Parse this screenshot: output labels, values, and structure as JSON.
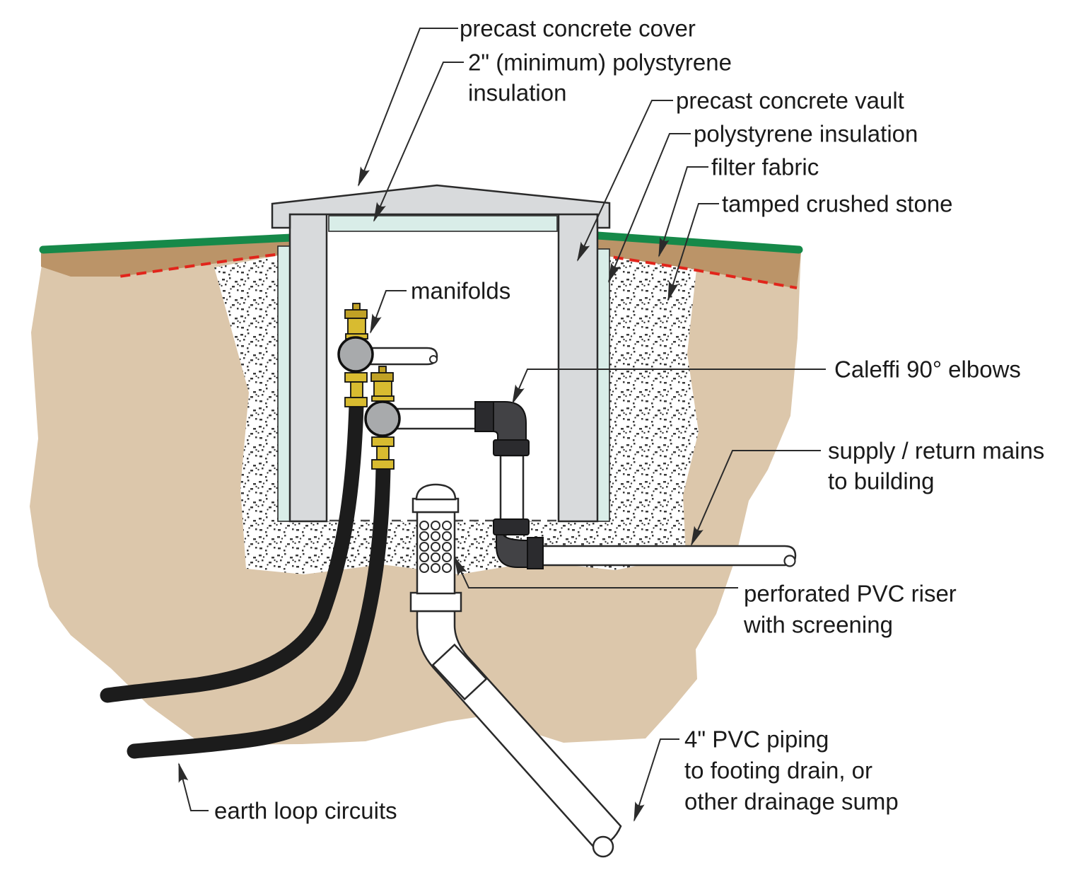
{
  "diagram": {
    "labels": {
      "precast_cover": "precast concrete cover",
      "insulation_top_1": "2\" (minimum) polystyrene",
      "insulation_top_2": "insulation",
      "vault": "precast concrete vault",
      "insulation_side": "polystyrene insulation",
      "filter_fabric": "filter fabric",
      "crushed_stone": "tamped crushed stone",
      "manifolds": "manifolds",
      "elbows": "Caleffi 90° elbows",
      "mains_1": "supply / return mains",
      "mains_2": "to building",
      "riser_1": "perforated PVC riser",
      "riser_2": "with screening",
      "pvc4_1": "4\" PVC piping",
      "pvc4_2": "to footing drain, or",
      "pvc4_3": "other drainage sump",
      "earth_loops": "earth loop circuits"
    },
    "colors": {
      "soil": "#dcc7ab",
      "topsoil": "#bb9468",
      "grass": "#168949",
      "concrete": "#d8dadc",
      "insulation": "#d9ede8",
      "manifold": "#a8aaac",
      "brass": "#d8bb30",
      "brass_dark": "#c0a125",
      "fitting": "#424245",
      "union": "#2b2b2e",
      "hose": "#1c1c1c",
      "filter_fabric_red": "#e1251b",
      "pipe_white": "#ffffff",
      "line": "#2b2b2b"
    }
  }
}
